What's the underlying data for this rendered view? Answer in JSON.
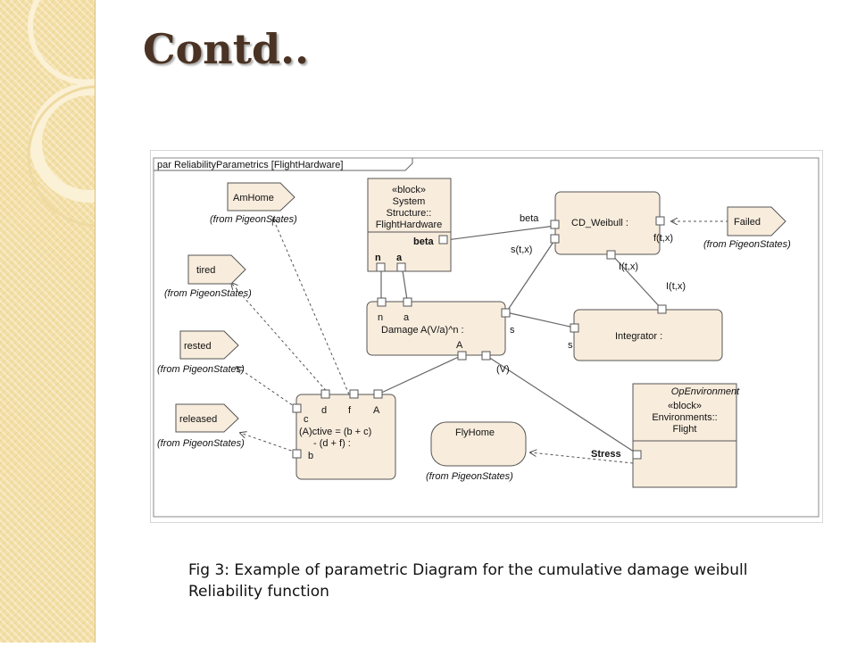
{
  "slide": {
    "title": "Contd..",
    "caption_line1": "Fig 3: Example of parametric Diagram for the cumulative damage weibull",
    "caption_line2": "Reliability function"
  },
  "colors": {
    "block_fill": "#f8ecdc",
    "border": "#555555",
    "sidebar": "#f3dfa6",
    "title": "#4a3324"
  },
  "diagram": {
    "frame_label": "par ReliabilityParametrics [FlightHardware]",
    "states": {
      "amhome": {
        "label": "AmHome",
        "from": "(from PigeonStates)"
      },
      "tired": {
        "label": "tired",
        "from": "(from PigeonStates)"
      },
      "rested": {
        "label": "rested",
        "from": "(from PigeonStates)"
      },
      "released": {
        "label": "released",
        "from": "(from PigeonStates)"
      },
      "failed": {
        "label": "Failed",
        "from": "(from PigeonStates)"
      },
      "flyhome": {
        "label": "FlyHome",
        "from": "(from PigeonStates)"
      }
    },
    "system_block": {
      "stereotype": "«block»",
      "line1": "System",
      "line2": "Structure::",
      "line3": "FlightHardware",
      "prop_beta": "beta",
      "port_n": "n",
      "port_a": "a"
    },
    "weibull": {
      "label": "CD_Weibull :",
      "port_beta": "beta",
      "port_s": "s(t,x)",
      "port_f": "f(t,x)",
      "port_I": "I(t,x)"
    },
    "integrator": {
      "label": "Integrator :",
      "port_I": "I(t,x)",
      "port_s": "s"
    },
    "damage": {
      "label": "Damage A(V/a)^n :",
      "port_n": "n",
      "port_a": "a",
      "port_s": "s",
      "port_A": "A",
      "port_V": "(V)"
    },
    "active": {
      "eq1": "(A)ctive = (b + c)",
      "eq2": "- (d + f) :",
      "port_d": "d",
      "port_f": "f",
      "port_A": "A",
      "port_c": "c",
      "port_b": "b"
    },
    "openv": {
      "header": "OpEnvironment",
      "stereotype": "«block»",
      "line1": "Environments::",
      "line2": "Flight",
      "port_stress": "Stress"
    }
  }
}
